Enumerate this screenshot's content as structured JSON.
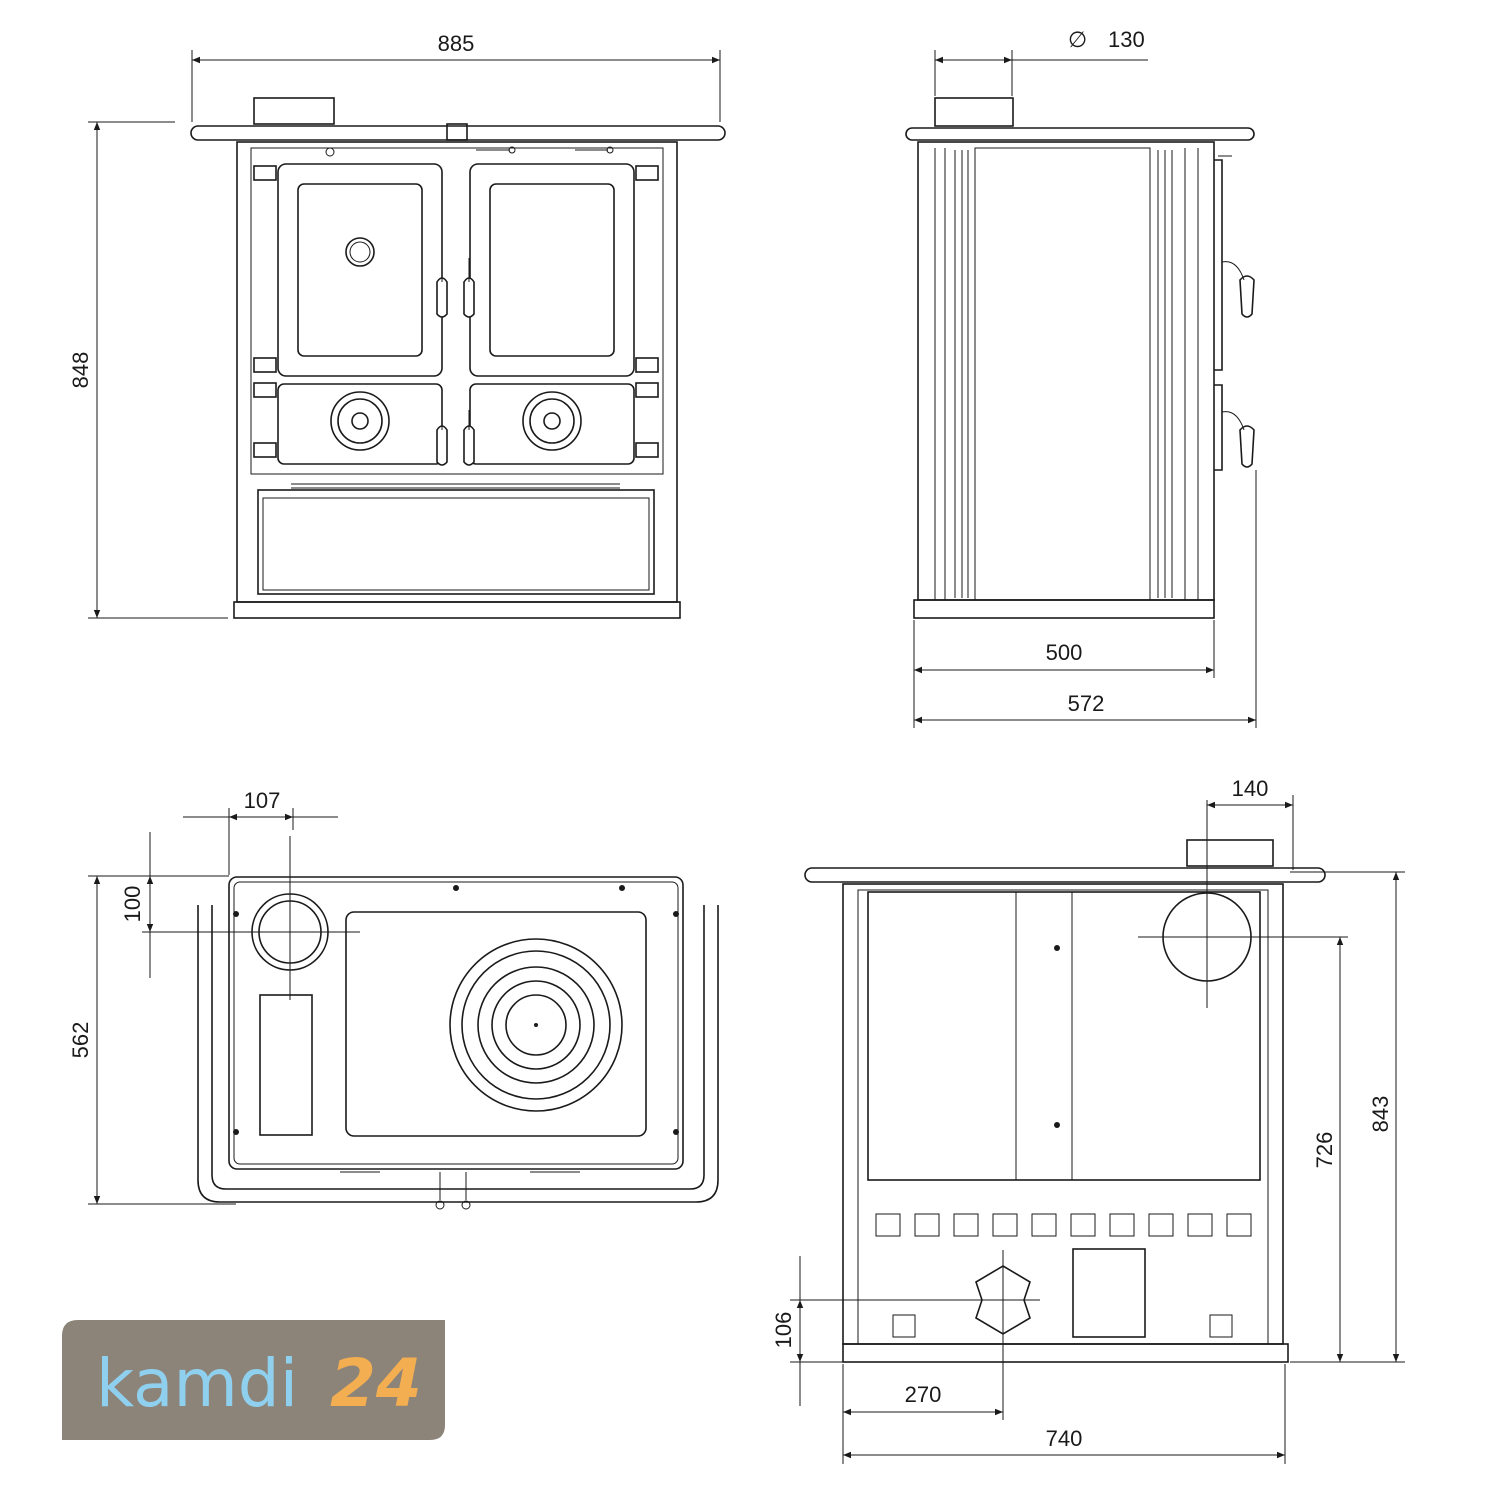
{
  "front_view": {
    "width_label": "885",
    "height_label": "848"
  },
  "side_view": {
    "flue_label": "130",
    "diameter_symbol": "∅",
    "depth_body_label": "500",
    "depth_total_label": "572"
  },
  "top_view": {
    "flue_offset_x_label": "107",
    "flue_offset_y_label": "100",
    "depth_label": "562"
  },
  "rear_view": {
    "flue_width_label": "140",
    "total_height_label": "843",
    "flue_height_label": "726",
    "inlet_height_label": "106",
    "inlet_offset_label": "270",
    "width_label": "740"
  },
  "logo": {
    "text": "kamdi",
    "number": "24",
    "bg_color": "#8c8379",
    "text_color": "#8fd0ef",
    "number_color": "#f2ae50"
  }
}
